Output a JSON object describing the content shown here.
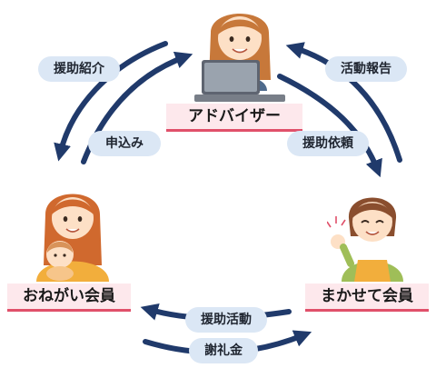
{
  "roles": {
    "adviser": "アドバイザー",
    "requester": "おねがい会員",
    "helper": "まかせて会員"
  },
  "flows": {
    "support_referral": "援助紹介",
    "application": "申込み",
    "activity_report": "活動報告",
    "support_request": "援助依頼",
    "support_activity": "援助活動",
    "thank_you_money": "謝礼金"
  },
  "colors": {
    "arrow": "#203a6b",
    "pill": "#dbe7f5",
    "role_label_bg": "#fde8ec",
    "role_label_line": "#e0506a"
  }
}
